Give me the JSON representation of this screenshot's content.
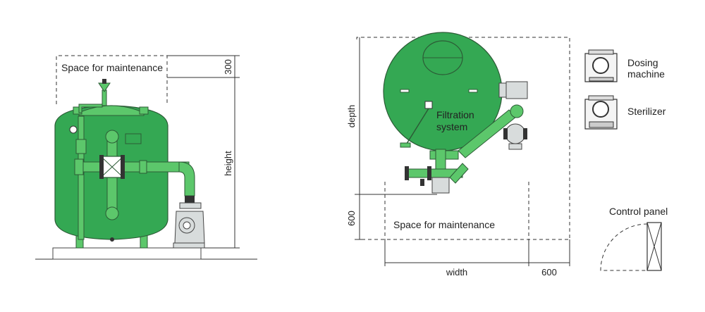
{
  "side_view": {
    "maintenance_label": "Space for maintenance",
    "dim_300": "300",
    "dim_height": "height"
  },
  "top_view": {
    "filtration_label": "Filtration\nsystem",
    "filtration_line1": "Filtration",
    "filtration_line2": "system",
    "maintenance_label": "Space for maintenance",
    "dim_depth": "depth",
    "dim_600_left": "600",
    "dim_width": "width",
    "dim_600_right": "600"
  },
  "legend": {
    "dosing_line1": "Dosing",
    "dosing_line2": "machine",
    "sterilizer": "Sterilizer",
    "control_panel": "Control panel"
  },
  "colors": {
    "tank_green": "#34a853",
    "pipe_green": "#5cc76b",
    "outline": "#2c5b36"
  }
}
